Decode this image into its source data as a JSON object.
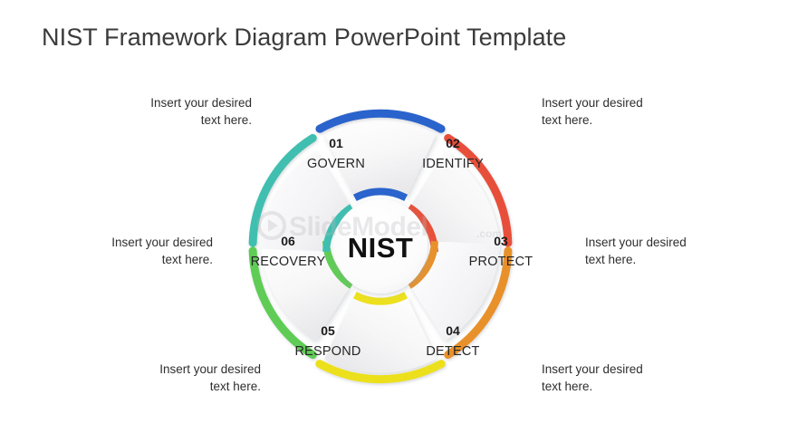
{
  "page": {
    "title": "NIST Framework Diagram PowerPoint Template",
    "background_color": "#ffffff",
    "title_color": "#3b3b3b"
  },
  "diagram": {
    "type": "circular-process-wheel",
    "center_label": "NIST",
    "segment_count": 6,
    "segments": [
      {
        "number": "01",
        "label": "GOVERN",
        "color": "#2a64cc",
        "position": "top-left",
        "caption": "Insert your desired\ntext here.",
        "caption_line1": "Insert your desired",
        "caption_line2": "text here."
      },
      {
        "number": "02",
        "label": "IDENTIFY",
        "color": "#e8503a",
        "position": "top-right",
        "caption": "Insert your desired\ntext here.",
        "caption_line1": "Insert your desired",
        "caption_line2": "text here."
      },
      {
        "number": "03",
        "label": "PROTECT",
        "color": "#e8912a",
        "position": "right",
        "caption": "Insert your desired\ntext here.",
        "caption_line1": "Insert your desired",
        "caption_line2": "text here."
      },
      {
        "number": "04",
        "label": "DETECT",
        "color": "#ece01f",
        "position": "bottom-right",
        "caption": "Insert your desired\ntext here.",
        "caption_line1": "Insert your desired",
        "caption_line2": "text here."
      },
      {
        "number": "05",
        "label": "RESPOND",
        "color": "#5fcc55",
        "position": "bottom-left",
        "caption": "Insert your desired\ntext here.",
        "caption_line1": "Insert your desired",
        "caption_line2": "text here."
      },
      {
        "number": "06",
        "label": "RECOVERY",
        "color": "#3fbfb0",
        "position": "left",
        "caption": "Insert your desired\ntext here.",
        "caption_line1": "Insert your desired",
        "caption_line2": "text here."
      }
    ]
  },
  "watermark": {
    "brand": "SlideModel",
    "tld": ".com",
    "color": "#b9b9bd"
  }
}
